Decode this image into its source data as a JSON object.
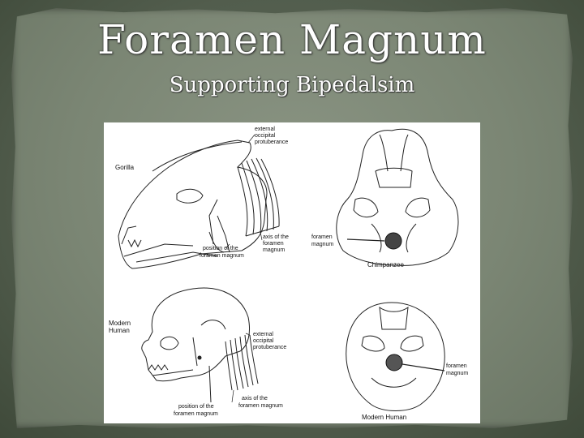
{
  "slide": {
    "title": "Foramen Magnum",
    "subtitle": "Supporting Bipedalsim"
  },
  "figure": {
    "gorilla": {
      "name": "Gorilla",
      "occipital_1": "external",
      "occipital_2": "occipital",
      "occipital_3": "protuberance",
      "axis_1": "axis of the",
      "axis_2": "foramen",
      "axis_3": "magnum",
      "position_1": "position of the",
      "position_2": "foramen magnum"
    },
    "chimpanzee": {
      "name": "Chimpanzee",
      "foramen_1": "foramen",
      "foramen_2": "magnum"
    },
    "human": {
      "name_1": "Modern",
      "name_2": "Human",
      "occipital_1": "external",
      "occipital_2": "occipital",
      "occipital_3": "protuberance",
      "position_1": "position of the",
      "position_2": "foramen magnum",
      "axis_1": "axis of the",
      "axis_2": "foramen magnum"
    },
    "human_base": {
      "name": "Modern Human",
      "foramen_1": "foramen",
      "foramen_2": "magnum"
    }
  }
}
